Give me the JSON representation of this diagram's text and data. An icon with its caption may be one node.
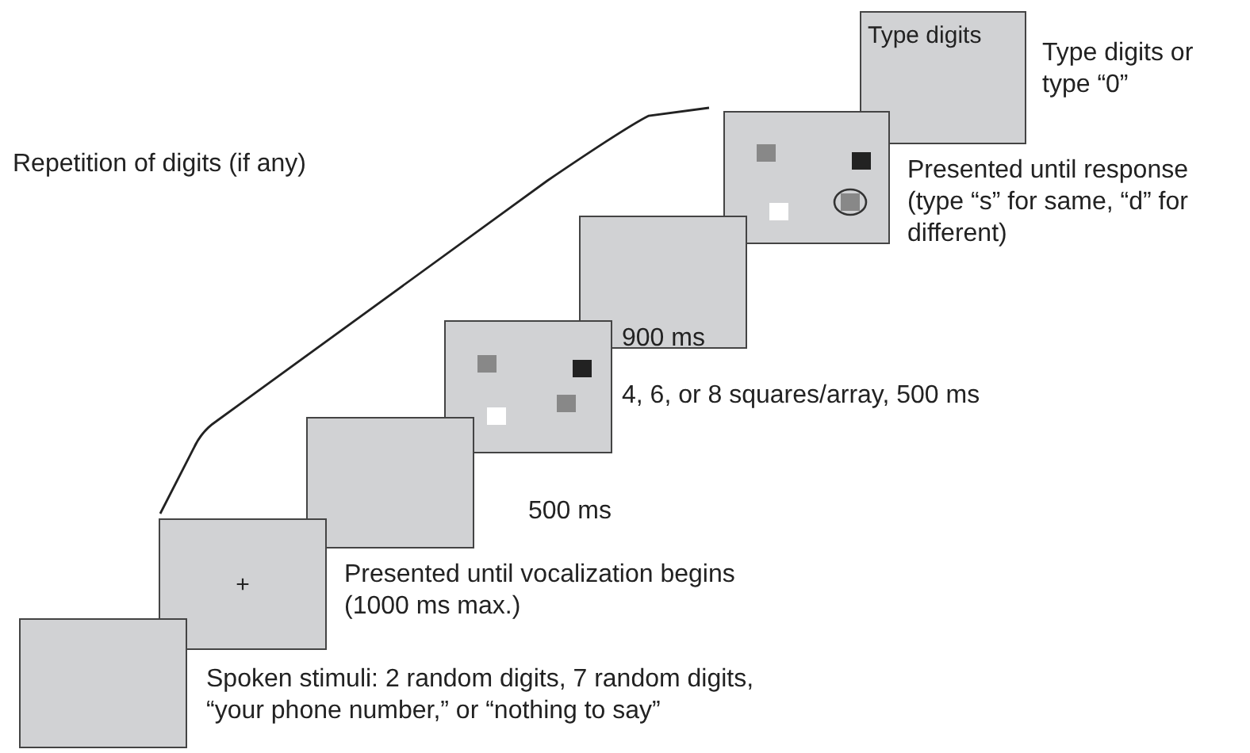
{
  "diagram": {
    "nodes": [
      {
        "text": [],
        "shape": "box"
      },
      {
        "text": [
          "+"
        ]
      },
      {
        "text": [],
        "shape": "box"
      },
      {
        "text": [],
        "shape": "box"
      },
      {
        "text": [],
        "shape": "box"
      },
      {
        "text": [],
        "shape": "box"
      },
      {
        "text": [
          "Type digits"
        ]
      }
    ],
    "edges": [],
    "labels": [
      "Type digits or type “0”",
      "Presented until response (type “s” for same, “d” for different)",
      "Repetition of digits (if any)",
      "900 ms",
      "4, 6, or 8 squares/array, 500 ms",
      "500 ms",
      "Presented until vocalization begins (1000 ms max.)",
      "Spoken stimuli: 2 random digits, 7 random digits, “your phone number,” or “nothing to say”"
    ]
  }
}
